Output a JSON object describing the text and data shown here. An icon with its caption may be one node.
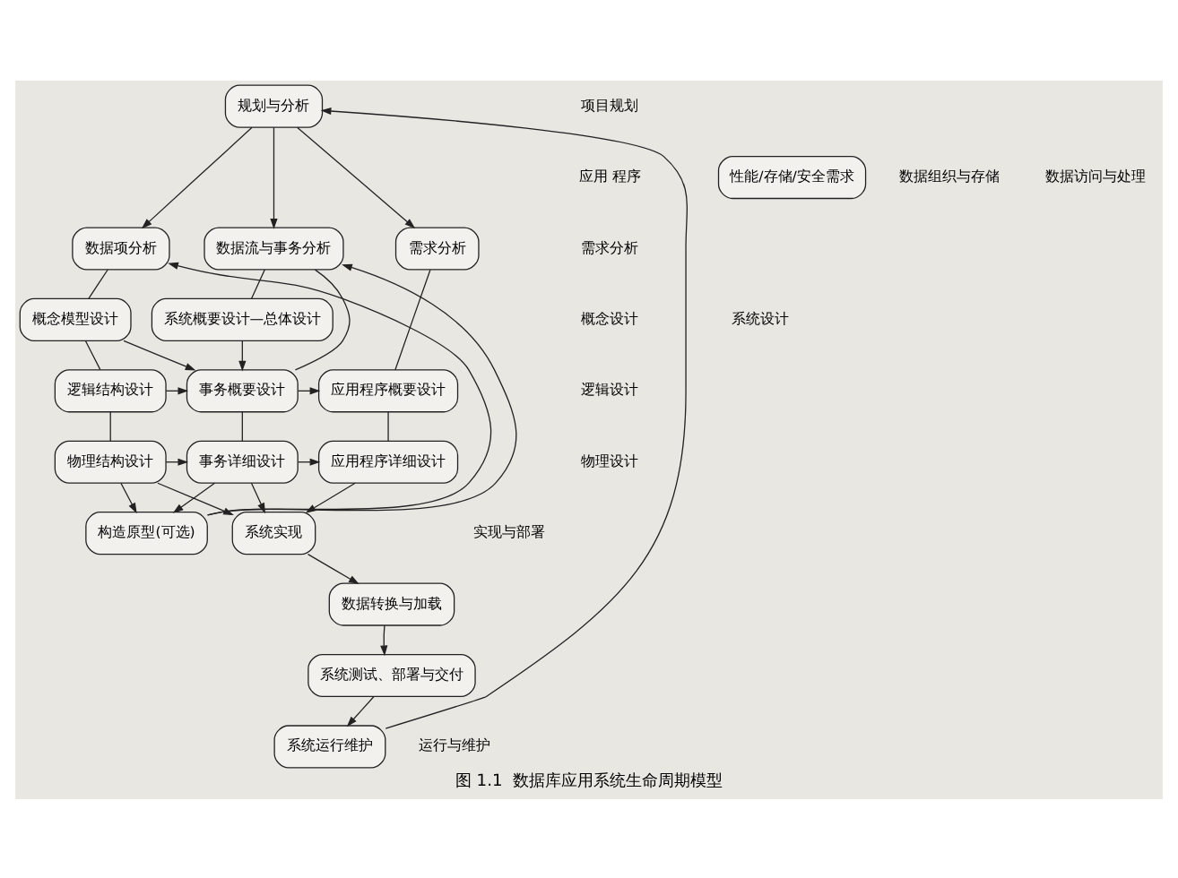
{
  "diagram": {
    "caption": "图 1.1  数据库应用系统生命周期模型",
    "nodes": [
      {
        "text": [
          "规划与分析"
        ]
      },
      {
        "text": [
          "性能/存储/安全需求"
        ]
      },
      {
        "text": [
          "数据项分析"
        ]
      },
      {
        "text": [
          "数据流与事务分析"
        ]
      },
      {
        "text": [
          "需求分析"
        ]
      },
      {
        "text": [
          "概念模型设计"
        ]
      },
      {
        "text": [
          "系统概要设计—总体设计"
        ]
      },
      {
        "text": [
          "逻辑结构设计"
        ]
      },
      {
        "text": [
          "事务概要设计"
        ]
      },
      {
        "text": [
          "应用程序概要设计"
        ]
      },
      {
        "text": [
          "物理结构设计"
        ]
      },
      {
        "text": [
          "事务详细设计"
        ]
      },
      {
        "text": [
          "应用程序详细设计"
        ]
      },
      {
        "text": [
          "构造原型(可选)"
        ]
      },
      {
        "text": [
          "系统实现"
        ]
      },
      {
        "text": [
          "数据转换与加载"
        ]
      },
      {
        "text": [
          "系统测试、部署与交付"
        ]
      },
      {
        "text": [
          "系统运行维护"
        ]
      }
    ],
    "edges": [
      {
        "from": 17,
        "to": 0,
        "arrow": "to"
      },
      {
        "from": 0,
        "to": 2,
        "arrow": "to"
      },
      {
        "from": 0,
        "to": 3,
        "arrow": "to"
      },
      {
        "from": 0,
        "to": 4,
        "arrow": "to"
      },
      {
        "from": 13,
        "to": 2,
        "arrow": "to"
      },
      {
        "from": 13,
        "to": 3,
        "arrow": "to"
      },
      {
        "from": 2,
        "to": 5,
        "arrow": "none"
      },
      {
        "from": 5,
        "to": 7,
        "arrow": "none"
      },
      {
        "from": 7,
        "to": 10,
        "arrow": "none"
      },
      {
        "from": 3,
        "to": 6,
        "arrow": "none"
      },
      {
        "from": 3,
        "to": 8,
        "arrow": "none"
      },
      {
        "from": 5,
        "to": 8,
        "arrow": "to"
      },
      {
        "from": 6,
        "to": 8,
        "arrow": "to"
      },
      {
        "from": 7,
        "to": 8,
        "arrow": "to"
      },
      {
        "from": 8,
        "to": 9,
        "arrow": "to"
      },
      {
        "from": 8,
        "to": 11,
        "arrow": "none"
      },
      {
        "from": 4,
        "to": 9,
        "arrow": "none"
      },
      {
        "from": 9,
        "to": 12,
        "arrow": "none"
      },
      {
        "from": 10,
        "to": 11,
        "arrow": "to"
      },
      {
        "from": 11,
        "to": 12,
        "arrow": "to"
      },
      {
        "from": 10,
        "to": 13,
        "arrow": "to"
      },
      {
        "from": 10,
        "to": 14,
        "arrow": "to"
      },
      {
        "from": 11,
        "to": 13,
        "arrow": "to"
      },
      {
        "from": 11,
        "to": 14,
        "arrow": "to"
      },
      {
        "from": 12,
        "to": 14,
        "arrow": "to"
      },
      {
        "from": 14,
        "to": 15,
        "arrow": "to"
      },
      {
        "from": 15,
        "to": 16,
        "arrow": "to"
      },
      {
        "from": 16,
        "to": 17,
        "arrow": "to"
      }
    ],
    "labels": [
      "项目规划",
      "数据组织与存储",
      "数据访问与处理",
      "应用 程序",
      "需求分析",
      "系统设计",
      "概念设计",
      "逻辑设计",
      "物理设计",
      "实现与部署",
      "运行与维护"
    ]
  }
}
